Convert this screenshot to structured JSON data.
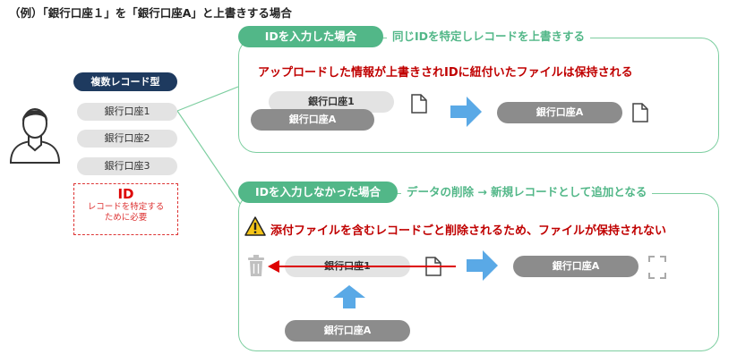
{
  "title": "（例）「銀行口座１」を「銀行口座A」と上書きする場合",
  "sidebar": {
    "type_label": "複数レコード型",
    "records": [
      "銀行口座1",
      "銀行口座2",
      "銀行口座3"
    ],
    "id_label": "ID",
    "id_note_line1": "レコードを特定する",
    "id_note_line2": "ために必要"
  },
  "case_with_id": {
    "tag": "IDを入力した場合",
    "caption": "同じIDを特定しレコードを上書きする",
    "message": "アップロードした情報が上書きされIDに紐付いたファイルは保持される",
    "before_top": "銀行口座1",
    "before_bottom": "銀行口座A",
    "after": "銀行口座A"
  },
  "case_without_id": {
    "tag": "IDを入力しなかった場合",
    "caption": "データの削除 → 新規レコードとして追加となる",
    "message": "添付ファイルを含むレコードごと削除されるため、ファイルが保持されない",
    "deleted": "銀行口座1",
    "new_record": "銀行口座A",
    "incoming": "銀行口座A"
  },
  "colors": {
    "accent_green": "#52b788",
    "warning_red": "#c00000",
    "arrow_blue": "#5aa9e6",
    "navy": "#1e3a5f"
  },
  "icons": [
    "person-icon",
    "document-icon",
    "arrow-right-icon",
    "arrow-up-icon",
    "trash-icon",
    "warning-icon",
    "empty-file-icon"
  ]
}
